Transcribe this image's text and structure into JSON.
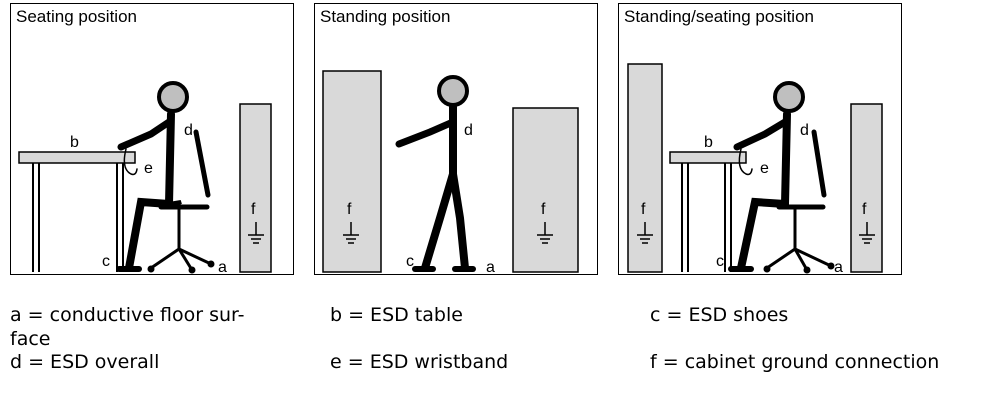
{
  "panels": [
    {
      "title": "Seating position"
    },
    {
      "title": "Standing position"
    },
    {
      "title": "Standing/seating position"
    }
  ],
  "markers": {
    "a": "a",
    "b": "b",
    "c": "c",
    "d": "d",
    "e": "e",
    "f": "f"
  },
  "legend": {
    "a": "a = conductive floor sur-\nface",
    "b": "b = ESD table",
    "c": "c = ESD shoes",
    "d": "d = ESD overall",
    "e": "e = ESD wristband",
    "f": "f = cabinet ground connection"
  },
  "colors": {
    "cabinet_fill": "#d9d9d9",
    "head_fill": "#bfbfbf",
    "stroke": "#000000"
  }
}
